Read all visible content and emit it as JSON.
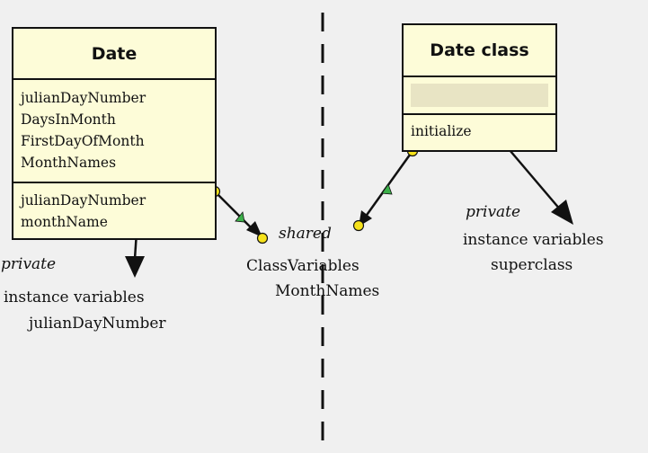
{
  "left_class": {
    "title": "Date",
    "class_vars": [
      "julianDayNumber",
      "DaysInMonth",
      "FirstDayOfMonth",
      "MonthNames"
    ],
    "inst_vars": [
      "julianDayNumber",
      "monthName"
    ]
  },
  "right_class": {
    "title": "Date class",
    "methods": [
      "initialize"
    ]
  },
  "labels": {
    "left_private": "private",
    "left_instance_variables": "instance variables",
    "left_julian": "julianDayNumber",
    "shared": "shared",
    "class_variables": "ClassVariables",
    "month_names": "MonthNames",
    "right_private": "private",
    "right_instance_variables": "instance variables",
    "superclass": "superclass"
  },
  "colors": {
    "box_fill": "#fdfcd8",
    "connector_dot": "#f6e21b",
    "triangle_marker": "#3cb04a",
    "background": "#f0f0f0"
  }
}
